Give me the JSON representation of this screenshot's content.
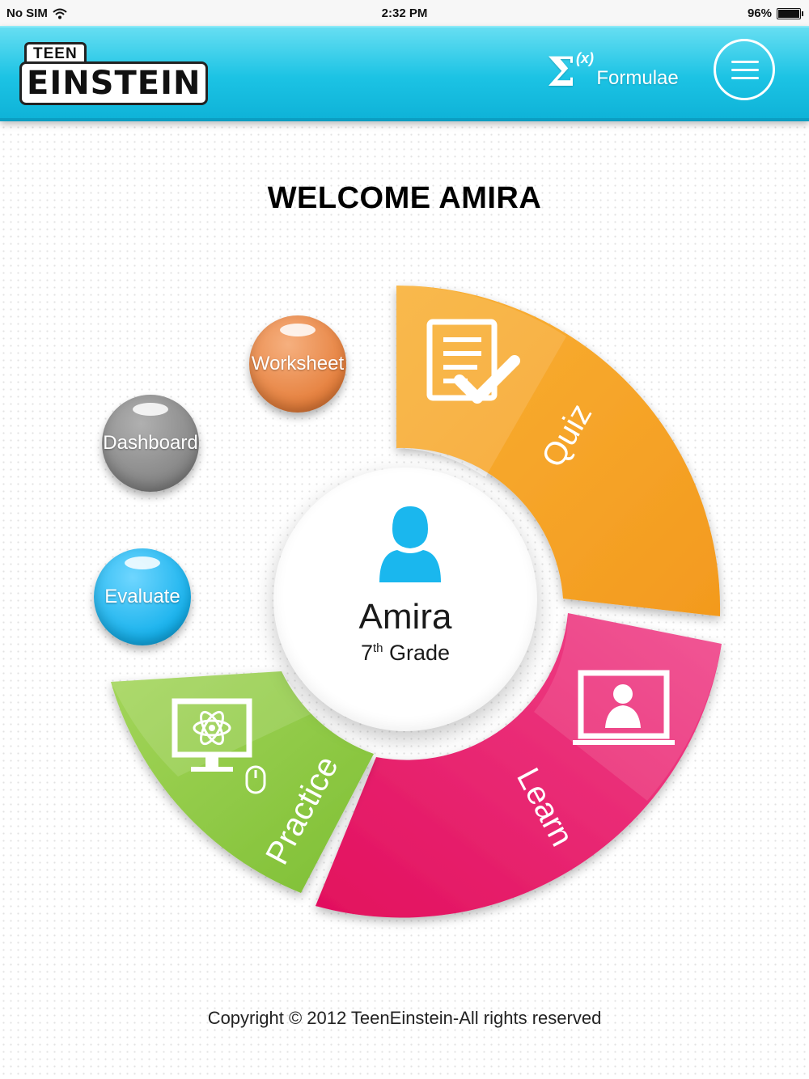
{
  "status_bar": {
    "carrier": "No SIM",
    "time": "2:32 PM",
    "battery": "96%",
    "battery_level": 0.96
  },
  "header": {
    "logo_top": "TEEN",
    "logo_main": "EINSTEIN",
    "formulae_symbol": "Σ",
    "formulae_fx": "(x)",
    "formulae_label": "Formulae"
  },
  "welcome": "WELCOME AMIRA",
  "segments": {
    "quiz": "Quiz",
    "learn": "Learn",
    "practice": "Practice"
  },
  "bubbles": {
    "worksheet": "Worksheet",
    "dashboard": "Dashboard",
    "evaluate": "Evaluate"
  },
  "user": {
    "name": "Amira",
    "grade_num": "7",
    "grade_suffix": "th",
    "grade_word": "Grade"
  },
  "footer": {
    "copyright": "Copyright © 2012 TeenEinstein-All rights reserved"
  },
  "colors": {
    "header": "#1cc3e4",
    "quiz": "#f6a223",
    "learn": "#ec1466",
    "practice": "#8dc63f",
    "worksheet": "#e8874a",
    "dashboard": "#8a8a8a",
    "evaluate": "#1ab7ee",
    "user_icon": "#1ab7ee"
  }
}
